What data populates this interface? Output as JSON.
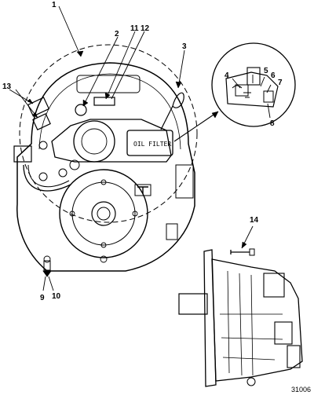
{
  "callouts": {
    "c1": "1",
    "c2": "2",
    "c3": "3",
    "c4": "4",
    "c5": "5",
    "c6": "6",
    "c7": "7",
    "c8": "8",
    "c9": "9",
    "c10": "10",
    "c11": "11",
    "c12": "12",
    "c13": "13",
    "c14": "14"
  },
  "oil_filter_label": "OIL FILTER",
  "figure_number": "31006",
  "colors": {
    "line": "#000000",
    "paper": "#ffffff"
  }
}
